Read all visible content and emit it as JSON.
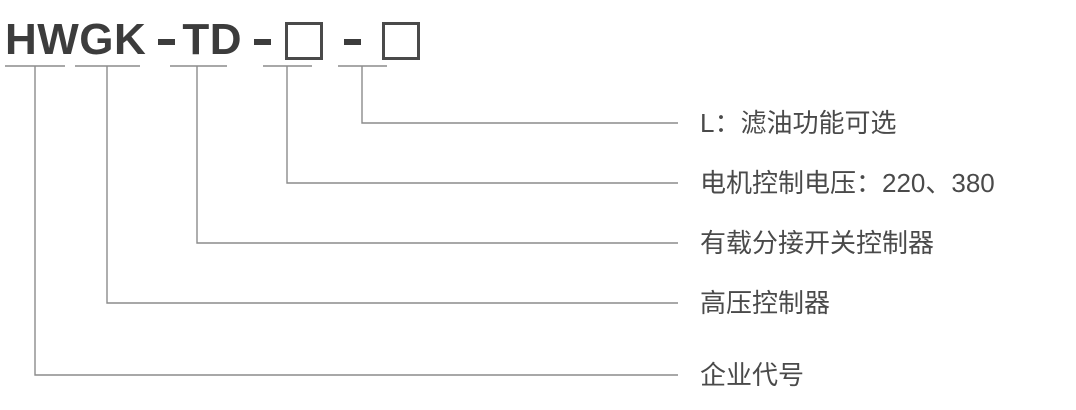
{
  "diagram": {
    "title": "HWGK-TD model designation breakdown",
    "line_color": "#8c8c8c",
    "text_color": "#4a4a4a",
    "code_color": "#3c3c3c"
  },
  "code": {
    "tokens": [
      {
        "type": "text",
        "value": "HWGK"
      },
      {
        "type": "dash",
        "value": "-"
      },
      {
        "type": "text",
        "value": "TD"
      },
      {
        "type": "dash",
        "value": "-"
      },
      {
        "type": "box",
        "value": ""
      },
      {
        "type": "dash",
        "value": "-"
      },
      {
        "type": "box",
        "value": ""
      }
    ],
    "full": "HWGK - TD - □ - □"
  },
  "callouts": [
    {
      "id": "enterprise-code",
      "label": "企业代号",
      "segment": "HWGK"
    },
    {
      "id": "high-voltage",
      "label": "高压控制器",
      "segment": "GK"
    },
    {
      "id": "tap-changer",
      "label": "有载分接开关控制器",
      "segment": "TD"
    },
    {
      "id": "motor-voltage",
      "label": "电机控制电压：220、380",
      "segment": "box-1"
    },
    {
      "id": "oil-filter-optional",
      "label": "L：滤油功能可选",
      "segment": "box-2"
    }
  ]
}
